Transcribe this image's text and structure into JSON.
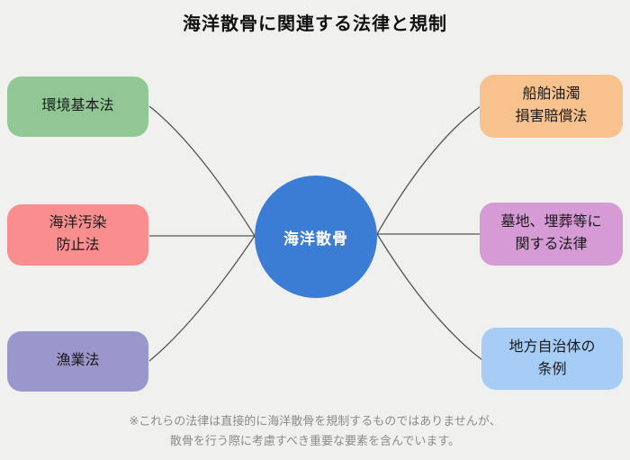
{
  "title": "海洋散骨に関連する法律と規制",
  "center_node": {
    "label": "海洋散骨",
    "color": "#3b7cd5",
    "text_color": "#ffffff"
  },
  "nodes": [
    {
      "label": "環境基本法",
      "color": "#90c795",
      "side": "left",
      "position": "top"
    },
    {
      "label": "海洋汚染\n防止法",
      "color": "#fa8e8e",
      "side": "left",
      "position": "middle"
    },
    {
      "label": "漁業法",
      "color": "#9b96cb",
      "side": "left",
      "position": "bottom"
    },
    {
      "label": "船舶油濁\n損害賠償法",
      "color": "#f8c28f",
      "side": "right",
      "position": "top"
    },
    {
      "label": "墓地、埋葬等に\n関する法律",
      "color": "#d69ad5",
      "side": "right",
      "position": "middle"
    },
    {
      "label": "地方自治体の\n条例",
      "color": "#a5cdf6",
      "side": "right",
      "position": "bottom"
    }
  ],
  "note": {
    "line1": "※これらの法律は直接的に海洋散骨を規制するものではありませんが、",
    "line2": "散骨を行う際に考慮すべき重要な要素を含んでいます。"
  },
  "colors": {
    "background": "#f0f0ee",
    "connector": "#555555",
    "node_text": "#1a1a1a",
    "title_text": "#111111",
    "note_text": "#8c8c8c"
  }
}
